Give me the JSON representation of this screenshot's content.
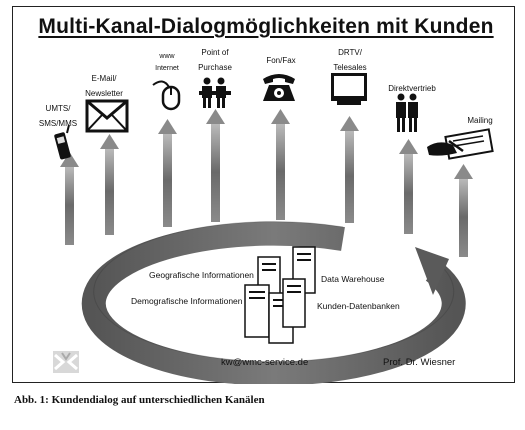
{
  "title": "Multi-Kanal-Dialogmöglichkeiten mit Kunden",
  "channels": [
    {
      "line1": "UMTS/",
      "line2": "SMS/MMS",
      "icon": "mobile-phone-icon"
    },
    {
      "line1": "E-Mail/",
      "line2": "Newsletter",
      "icon": "envelope-icon"
    },
    {
      "line1": "www",
      "line2": "Internet",
      "icon": "mouse-icon"
    },
    {
      "line1": "Point of",
      "line2": "Purchase",
      "icon": "two-people-counter-icon"
    },
    {
      "line1": "Fon/Fax",
      "line2": "",
      "icon": "telephone-icon"
    },
    {
      "line1": "DRTV/",
      "line2": "Telesales",
      "icon": "television-icon"
    },
    {
      "line1": "Direktvertrieb",
      "line2": "",
      "icon": "two-people-icon"
    },
    {
      "line1": "Mailing",
      "line2": "",
      "icon": "hand-writing-letter-icon"
    }
  ],
  "center": {
    "geo": "Geografische Informationen",
    "demo": "Demografische Informationen",
    "dw": "Data Warehouse",
    "kunden": "Kunden-Datenbanken"
  },
  "footer": {
    "email": "kw@wmc-service.de",
    "author": "Prof.  Dr. Wiesner",
    "logo_icon": "wmc-logo-icon"
  },
  "caption": {
    "label": "Abb. 1:",
    "text": "Kundendialog auf unterschiedlichen Kanälen"
  }
}
